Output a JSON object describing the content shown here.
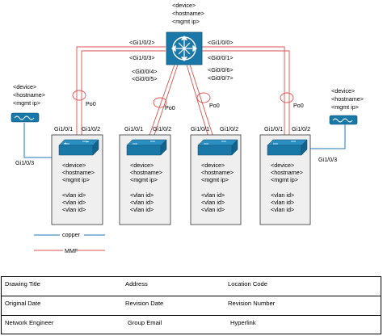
{
  "core": {
    "device": "<device>",
    "hostname": "<hostname>",
    "mgmt_ip": "<mgmt ip>",
    "ports_left": [
      "<Gi1/0/2>",
      "<Gi1/0/3>",
      "<Gi0/0/4>",
      "<Gi0/0/5>"
    ],
    "ports_right": [
      "<Gi1/0/0>",
      "<Gi0/0/1>",
      "<Gi0/0/6>",
      "<Gi0/0/7>"
    ]
  },
  "ap_left": {
    "device": "<device>",
    "hostname": "<hostname>",
    "mgmt_ip": "<mgmt ip>"
  },
  "ap_right": {
    "device": "<device>",
    "hostname": "<hostname>",
    "mgmt_ip": "<mgmt ip>"
  },
  "port_channel": "Po0",
  "ap_port": "Gi1/0/3",
  "switches": [
    {
      "port_a": "Gi1/0/1",
      "port_b": "Gi1/0/2",
      "device": "<device>",
      "hostname": "<hostname>",
      "mgmt_ip": "<mgmt ip>",
      "vlans": [
        "<vlan id>",
        "<vlan id>",
        "<vlan id>"
      ]
    },
    {
      "port_a": "Gi1/0/1",
      "port_b": "Gi1/0/2",
      "device": "<device>",
      "hostname": "<hostname>",
      "mgmt_ip": "<mgmt ip>",
      "vlans": [
        "<vlan id>",
        "<vlan id>",
        "<vlan id>"
      ]
    },
    {
      "port_a": "Gi1/0/1",
      "port_b": "Gi1/0/2",
      "device": "<device>",
      "hostname": "<hostname>",
      "mgmt_ip": "<mgmt ip>",
      "vlans": [
        "<vlan id>",
        "<vlan id>",
        "<vlan id>"
      ]
    },
    {
      "port_a": "Gi1/0/1",
      "port_b": "Gi1/0/2",
      "device": "<device>",
      "hostname": "<hostname>",
      "mgmt_ip": "<mgmt ip>",
      "vlans": [
        "<vlan id>",
        "<vlan id>",
        "<vlan id>"
      ]
    }
  ],
  "legend": {
    "copper": "copper",
    "mmf": "MMF",
    "copper_color": "#1f77b4",
    "mmf_color": "#d9534f"
  },
  "title_block": {
    "row1": [
      "Drawing Title",
      "Address",
      "Location Code"
    ],
    "row2": [
      "Original Date",
      "Revision Date",
      "Revision Number"
    ],
    "row3": [
      "Network Engineer",
      "Group Email",
      "Hyperlink"
    ]
  }
}
